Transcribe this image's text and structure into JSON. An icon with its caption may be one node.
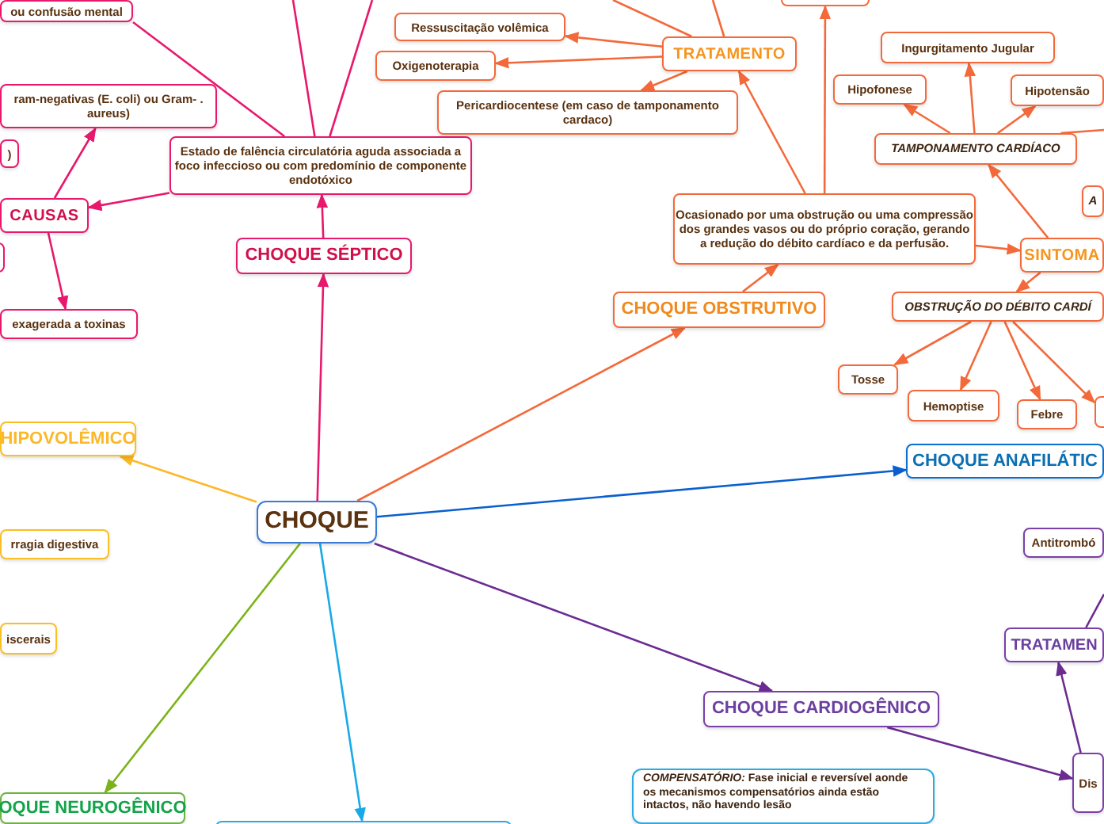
{
  "diagram": {
    "nodes": [
      {
        "text": [
          "CHOQUE"
        ]
      },
      {
        "text": [
          "CHOQUE SÉPTICO"
        ]
      },
      {
        "text": [
          "Estado de falência circulatória aguda associada a foco infeccioso ou com predomínio de componente endotóxico"
        ]
      },
      {
        "text": [
          "CAUSAS"
        ]
      },
      {
        "text": [
          "ram-negativas (E. coli) ou Gram- . aureus)"
        ]
      },
      {
        "text": [
          ")"
        ]
      },
      {
        "text": [],
        "shape": "box"
      },
      {
        "text": [
          "exagerada a toxinas"
        ]
      },
      {
        "text": [
          "ou confusão mental"
        ]
      },
      {
        "text": [
          "TRATAMENTO"
        ]
      },
      {
        "text": [
          "Ressuscitação volêmica"
        ]
      },
      {
        "text": [
          "Oxigenoterapia"
        ]
      },
      {
        "text": [
          "Pericardiocentese (em caso de tamponamento cardaco)"
        ]
      },
      {
        "text": [],
        "shape": "box"
      },
      {
        "text": [
          "CHOQUE OBSTRUTIVO"
        ]
      },
      {
        "text": [
          "Ocasionado por uma obstrução ou uma compressão dos grandes vasos ou do próprio coração, gerando a redução do débito cardíaco e da perfusão."
        ]
      },
      {
        "text": [
          "SINTOMA"
        ]
      },
      {
        "text": [
          "TAMPONAMENTO CARDÍACO"
        ]
      },
      {
        "text": [
          "Ingurgitamento Jugular"
        ]
      },
      {
        "text": [
          "Hipofonese"
        ]
      },
      {
        "text": [
          "Hipotensão"
        ]
      },
      {
        "text": [
          "A"
        ]
      },
      {
        "text": [
          "OBSTRUÇÃO DO DÉBITO CARDÍ"
        ]
      },
      {
        "text": [
          "Tosse"
        ]
      },
      {
        "text": [
          "Hemoptise"
        ]
      },
      {
        "text": [
          "Febre"
        ]
      },
      {
        "text": [],
        "shape": "box"
      },
      {
        "text": [
          "CHOQUE ANAFILÁTIC"
        ]
      },
      {
        "text": [
          "HIPOVOLÊMICO"
        ]
      },
      {
        "text": [
          "rragia digestiva"
        ]
      },
      {
        "text": [
          "iscerais"
        ]
      },
      {
        "text": [
          "OQUE NEUROGÊNICO"
        ]
      },
      {
        "text": [],
        "shape": "box"
      },
      {
        "text": [
          "CHOQUE CARDIOGÊNICO"
        ]
      },
      {
        "text": [
          "Dis"
        ]
      },
      {
        "text": [
          "TRATAMEN"
        ]
      },
      {
        "text": [
          "Antitrombó"
        ]
      },
      {
        "text": [
          "*COMPENSATÓRIO:* Fase inicial e reversível aonde os mecanismos compensatórios ainda estão intactos, não havendo lesão"
        ]
      }
    ],
    "edges": [
      {
        "from": 0,
        "to": 1,
        "arrow": "to",
        "color": "#e8186c"
      },
      {
        "from": 1,
        "to": 2,
        "arrow": "to",
        "color": "#e8186c"
      },
      {
        "from": 2,
        "to": 3,
        "arrow": "to",
        "color": "#e8186c"
      },
      {
        "from": 3,
        "to": 4,
        "arrow": "to",
        "color": "#e8186c"
      },
      {
        "from": 3,
        "to": 7,
        "arrow": "to",
        "color": "#e8186c"
      },
      {
        "from": 2,
        "to": 8,
        "arrow": "none",
        "color": "#e8186c"
      },
      {
        "from": 2,
        "to": null,
        "arrow": "none",
        "color": "#e8186c"
      },
      {
        "from": 2,
        "to": null,
        "arrow": "none",
        "color": "#e8186c"
      },
      {
        "from": 0,
        "to": 14,
        "arrow": "to"
      },
      {
        "from": 14,
        "to": 15,
        "arrow": "to"
      },
      {
        "from": 15,
        "to": 9,
        "arrow": "to"
      },
      {
        "from": 9,
        "to": 10,
        "arrow": "to"
      },
      {
        "from": 9,
        "to": 11,
        "arrow": "to"
      },
      {
        "from": 9,
        "to": 12,
        "arrow": "to"
      },
      {
        "from": 9,
        "to": null,
        "arrow": "none"
      },
      {
        "from": 9,
        "to": null,
        "arrow": "none"
      },
      {
        "from": 15,
        "to": 13,
        "arrow": "to"
      },
      {
        "from": 15,
        "to": 16,
        "arrow": "to"
      },
      {
        "from": 16,
        "to": 17,
        "arrow": "to"
      },
      {
        "from": 17,
        "to": 18,
        "arrow": "to"
      },
      {
        "from": 17,
        "to": 19,
        "arrow": "to"
      },
      {
        "from": 17,
        "to": 20,
        "arrow": "to"
      },
      {
        "from": 17,
        "to": null,
        "arrow": "none"
      },
      {
        "from": 16,
        "to": 22,
        "arrow": "to"
      },
      {
        "from": 22,
        "to": 23,
        "arrow": "to"
      },
      {
        "from": 22,
        "to": 24,
        "arrow": "to"
      },
      {
        "from": 22,
        "to": 25,
        "arrow": "to"
      },
      {
        "from": 22,
        "to": 26,
        "arrow": "to"
      },
      {
        "from": 0,
        "to": 27,
        "arrow": "to",
        "color": "#0a5fd0"
      },
      {
        "from": 0,
        "to": 28,
        "arrow": "to",
        "color": "#fbb829"
      },
      {
        "from": 0,
        "to": 31,
        "arrow": "to",
        "color": "#7ab317"
      },
      {
        "from": 0,
        "to": 32,
        "arrow": "to",
        "color": "#17a9e8"
      },
      {
        "from": 0,
        "to": 33,
        "arrow": "to",
        "color": "#6b2c91"
      },
      {
        "from": 33,
        "to": 34,
        "arrow": "to",
        "color": "#6b2c91"
      },
      {
        "from": 34,
        "to": 35,
        "arrow": "to",
        "color": "#6b2c91"
      },
      {
        "from": 35,
        "to": null,
        "arrow": "none",
        "color": "#6b2c91"
      }
    ]
  }
}
